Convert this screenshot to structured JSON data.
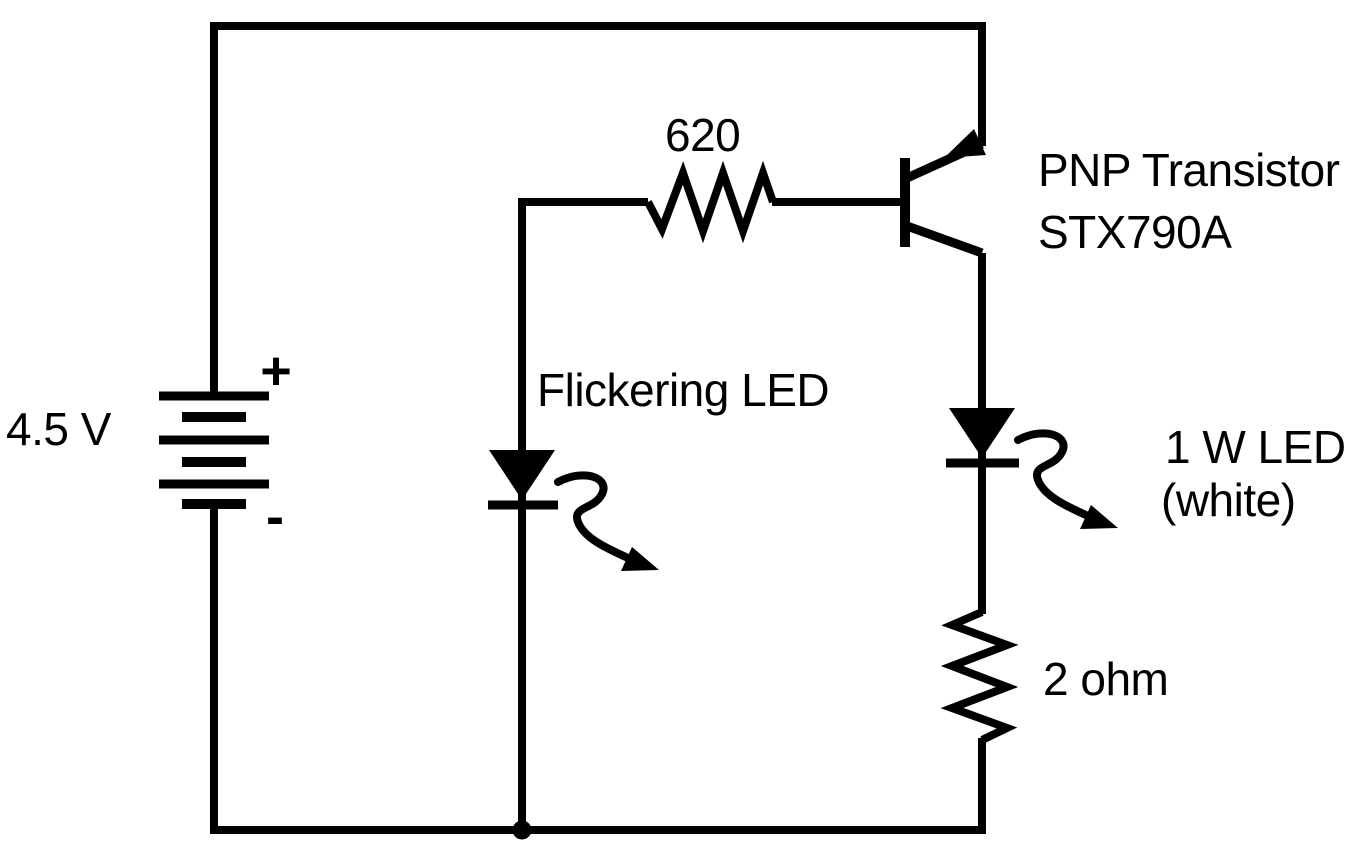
{
  "diagram": {
    "kind": "circuit-schematic",
    "colors": {
      "line": "#000000",
      "background": "#ffffff",
      "text": "#000000"
    },
    "battery": {
      "voltage": "4.5 V",
      "positive": "+",
      "negative": "-"
    },
    "base_resistor": {
      "value": "620"
    },
    "flickering_led": {
      "label": "Flickering LED"
    },
    "transistor": {
      "line1": "PNP Transistor",
      "line2": "STX790A"
    },
    "power_led": {
      "line1": "1 W LED",
      "line2": "(white)"
    },
    "series_resistor": {
      "value": "2 ohm"
    },
    "components": [
      {
        "name": "battery",
        "label": "4.5 V"
      },
      {
        "name": "base-resistor",
        "label": "620"
      },
      {
        "name": "flickering-led",
        "label": "Flickering LED"
      },
      {
        "name": "pnp-transistor",
        "label": "PNP Transistor STX790A"
      },
      {
        "name": "power-led",
        "label": "1 W LED (white)"
      },
      {
        "name": "series-resistor",
        "label": "2 ohm"
      }
    ]
  }
}
